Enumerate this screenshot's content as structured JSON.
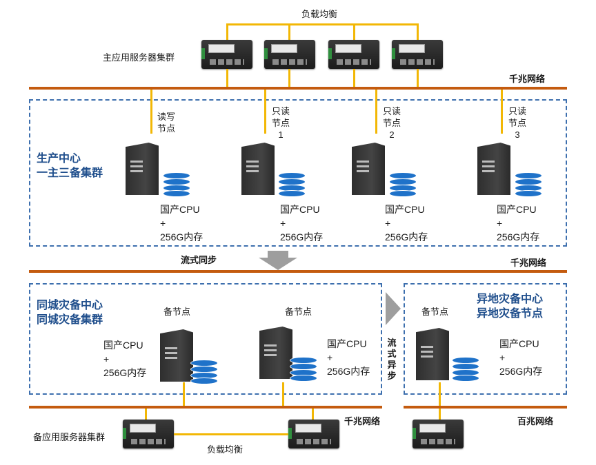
{
  "top": {
    "load_balance": "负载均衡",
    "primary_cluster": "主应用服务器集群",
    "network": "千兆网络"
  },
  "production": {
    "title_line1": "生产中心",
    "title_line2": "一主三备集群",
    "nodes": [
      {
        "line1": "读写",
        "line2": "节点",
        "line3": "",
        "cpu": "国产CPU",
        "plus": "+",
        "mem": "256G内存"
      },
      {
        "line1": "只读",
        "line2": "节点",
        "line3": "1",
        "cpu": "国产CPU",
        "plus": "+",
        "mem": "256G内存"
      },
      {
        "line1": "只读",
        "line2": "节点",
        "line3": "2",
        "cpu": "国产CPU",
        "plus": "+",
        "mem": "256G内存"
      },
      {
        "line1": "只读",
        "line2": "节点",
        "line3": "3",
        "cpu": "国产CPU",
        "plus": "+",
        "mem": "256G内存"
      }
    ]
  },
  "sync": {
    "stream_sync": "流式同步",
    "network": "千兆网络",
    "async_chars": [
      "流",
      "式",
      "异",
      "步"
    ]
  },
  "same_city": {
    "title_line1": "同城灾备中心",
    "title_line2": "同城灾备集群",
    "nodes": [
      {
        "label": "备节点",
        "cpu": "国产CPU",
        "plus": "+",
        "mem": "256G内存"
      },
      {
        "label": "备节点",
        "cpu": "国产CPU",
        "plus": "+",
        "mem": "256G内存"
      }
    ]
  },
  "remote": {
    "title_line1": "异地灾备中心",
    "title_line2": "异地灾备节点",
    "node": {
      "label": "备节点",
      "cpu": "国产CPU",
      "plus": "+",
      "mem": "256G内存"
    }
  },
  "bottom": {
    "backup_cluster": "备应用服务器集群",
    "load_balance": "负载均衡",
    "network_gigabit": "千兆网络",
    "network_100m": "百兆网络"
  },
  "colors": {
    "network_bar": "#c45b0f",
    "link": "#f2b705",
    "dashed_border": "#3d6fae",
    "title_blue": "#1f4e8c",
    "database": "#1f72c9",
    "arrow": "#9e9e9e"
  }
}
